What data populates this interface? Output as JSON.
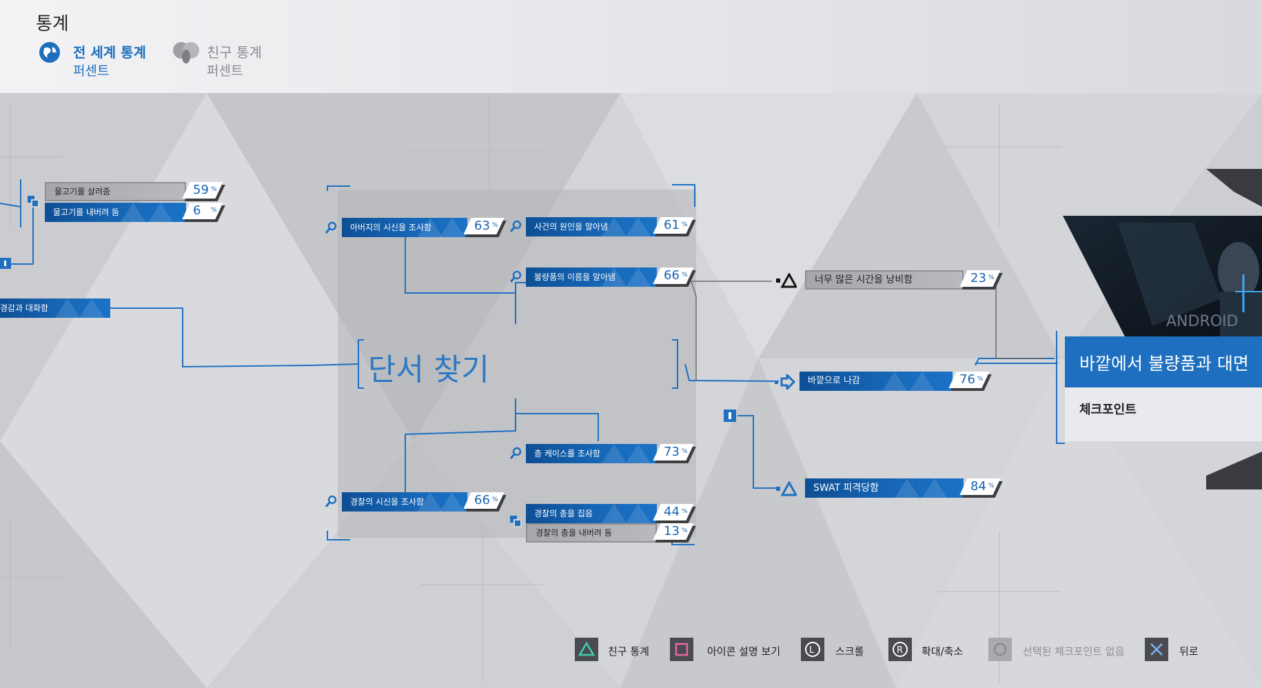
{
  "header": {
    "title": "통계",
    "tabs": [
      {
        "label": "전 세계 통계",
        "sublabel": "퍼센트",
        "icon": "globe-icon",
        "active": true
      },
      {
        "label": "친구 통계",
        "sublabel": "퍼센트",
        "icon": "friends-icon",
        "active": false
      }
    ]
  },
  "flowchart": {
    "chapter_title": "단서 찾기",
    "choices": {
      "save_fish": {
        "label": "물고기를 살려줌",
        "percent": "59"
      },
      "leave_fish": {
        "label": "물고기를 내버려 둠",
        "percent": "6"
      },
      "talk_partial": {
        "label": "경감과 대화함"
      },
      "examine_father": {
        "label": "아버지의 시신을 조사함",
        "percent": "63"
      },
      "find_cause": {
        "label": "사건의 원인을 알아냄",
        "percent": "61"
      },
      "find_name": {
        "label": "불량품의 이름을 알아냄",
        "percent": "66"
      },
      "examine_gun_case": {
        "label": "총 케이스를 조사함",
        "percent": "73"
      },
      "examine_officer": {
        "label": "경찰의 시신을 조사함",
        "percent": "66"
      },
      "take_gun": {
        "label": "경찰의 총을 집음",
        "percent": "44"
      },
      "leave_gun": {
        "label": "경찰의 총을 내버려 둠",
        "percent": "13"
      },
      "too_much_time": {
        "label": "너무 많은 시간을 낭비함",
        "percent": "23"
      },
      "go_outside": {
        "label": "바깥으로 나감",
        "percent": "76"
      },
      "swat_shot": {
        "label": "SWAT 피격당함",
        "percent": "84"
      }
    },
    "percent_unit": "%",
    "checkpoint": {
      "title": "바깥에서 불량품과 대면",
      "subtitle": "체크포인트",
      "thumb_text": "ANDROID"
    }
  },
  "footer": {
    "hints": [
      {
        "button": "triangle",
        "label": "친구 통계"
      },
      {
        "button": "square",
        "label": "아이콘 설명 보기"
      },
      {
        "button": "L",
        "label": "스크롤"
      },
      {
        "button": "R",
        "label": "확대/축소"
      },
      {
        "button": "circle",
        "label": "선택된 체크포인트 없음",
        "disabled": true
      },
      {
        "button": "cross",
        "label": "뒤로"
      }
    ]
  },
  "colors": {
    "accent": "#1b6fc1",
    "bar_dark": "#0e4f95",
    "background": "#d5d6da"
  }
}
